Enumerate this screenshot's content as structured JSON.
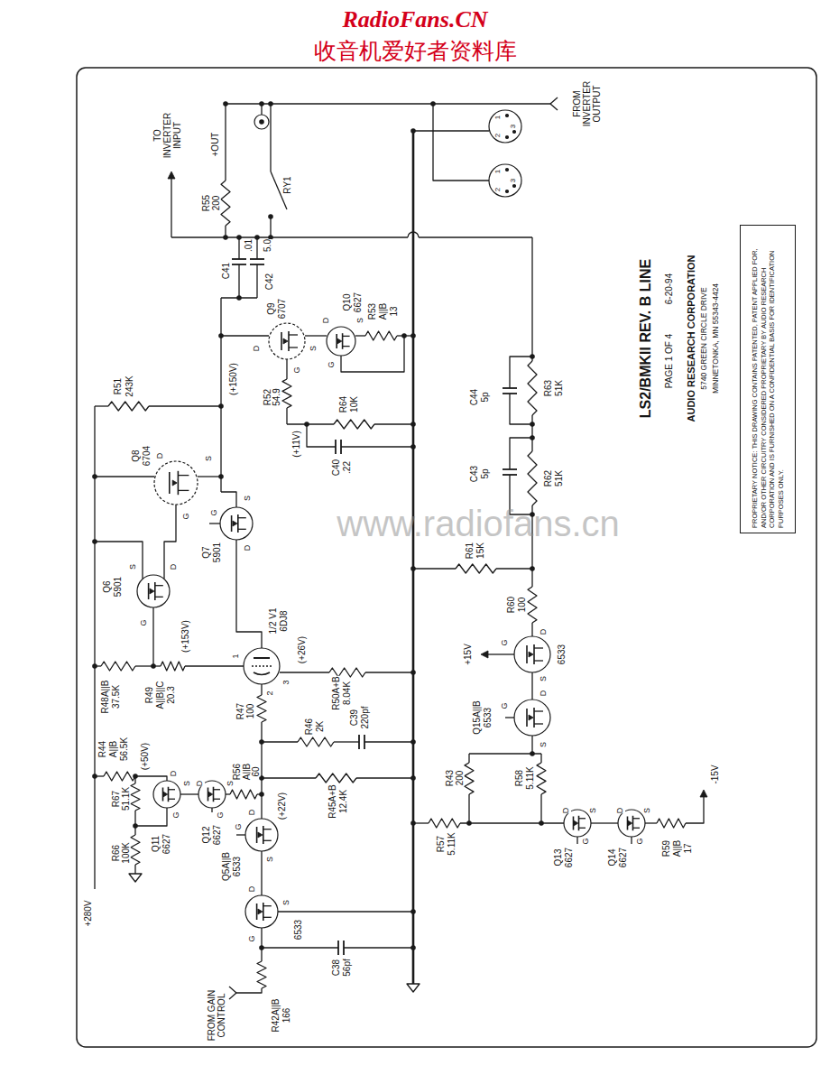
{
  "diagram": {
    "title": "LS2/BMKII REV. B LINE",
    "nodes": [
      {
        "text": [
          "PROPRIETARY NOTICE: THIS DRAWING CONTAINS PATENTED, PATENT APPLIED FOR, AND/OR OTHER CIRCUITRY CONSIDERED PROPRIETARY BY AUDIO RESEARCH CORPORATION AND IS FURNISHED ON A CONFIDENTIAL BASIS FOR IDENTIFICATION PURPOSES ONLY."
        ]
      }
    ],
    "labels": [
      "RadioFans.CN",
      "收音机爱好者资料库",
      "TO INVERTER INPUT",
      "+OUT",
      "FROM INVERTER OUTPUT",
      "1",
      "3",
      "2",
      "1",
      "3",
      "2",
      "R55",
      "200",
      "RY1",
      "C41",
      ".01",
      "5.0",
      "C42",
      "Q9",
      "6707",
      "D",
      "S",
      "G",
      "Q10",
      "6627",
      "D",
      "S",
      "G",
      "R53",
      "A||B",
      "13",
      "(+150V)",
      "R52",
      "54.9",
      "R64",
      "10K",
      "(+11V)",
      "C40",
      ".22",
      "R51",
      "243K",
      "Q8",
      "6704",
      "D",
      "S",
      "G",
      "Q7",
      "5901",
      "S",
      "D",
      "G",
      "Q6",
      "5901",
      "S",
      "D",
      "G",
      "(+153V)",
      "1/2 V1",
      "6DJ8",
      "1",
      "2",
      "3",
      "(+26V)",
      "R50A+B",
      "8.04K",
      "R48A||B",
      "37.5K",
      "R49",
      "A||B||C",
      "20.3",
      "R47",
      "100",
      "R46",
      "2K",
      "C39",
      "220pf",
      "R44",
      "A||B",
      "56.5K",
      "(+50V)",
      "R56",
      "A||B",
      "60",
      "R67",
      "51.1K",
      "Q11",
      "6627",
      "D",
      "S",
      "G",
      "Q12",
      "6627",
      "D",
      "S",
      "G",
      "(+22V)",
      "R45A+B",
      "12.4K",
      "+280V",
      "R66",
      "100K",
      "Q5A||B",
      "6533",
      "D",
      "G",
      "S",
      "D",
      "S",
      "G",
      "6533",
      "C38",
      "56pf",
      "FROM GAIN CONTROL",
      "R42A||B",
      "166",
      "C44",
      "5p",
      "R63",
      "51K",
      "C43",
      "5p",
      "R62",
      "51K",
      "R61",
      "15K",
      "R60",
      "100",
      "6533",
      "D",
      "S",
      "G",
      "+15V",
      "Q15A||B",
      "6533",
      "D",
      "G",
      "S",
      "R43",
      "200",
      "R58",
      "5.11K",
      "R57",
      "5.11K",
      "Q13",
      "6627",
      "D",
      "S",
      "G",
      "Q14",
      "6627",
      "D",
      "S",
      "G",
      "R59",
      "A||B",
      "17",
      "-15V",
      "PAGE 1 OF 4",
      "6-20-94",
      "AUDIO RESEARCH CORPORATION",
      "5740 GREEN CIRCLE DRIVE",
      "MINNETONKA, MN 55343-4424",
      "www.radiofans.cn"
    ]
  }
}
